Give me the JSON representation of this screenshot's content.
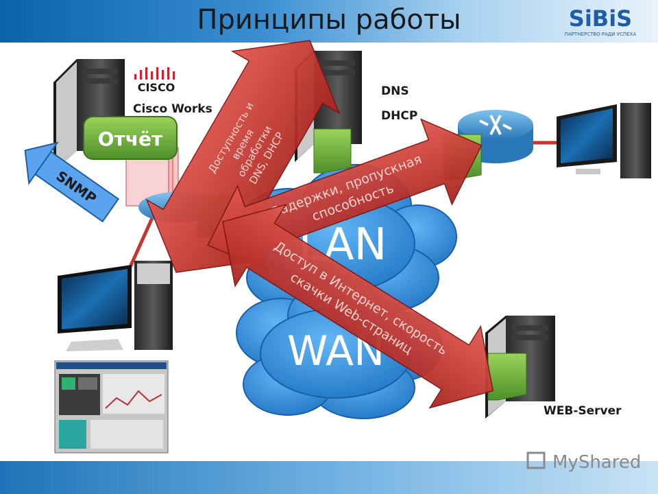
{
  "slide": {
    "title": "Принципы работы",
    "brand": {
      "name": "SiBiS",
      "tagline": "ПАРТНЕРСТВО РАДИ УСПЕХА"
    },
    "watermark": "MyShared"
  },
  "labels": {
    "cisco_logo": "CISCO",
    "cisco_works": "Cisco Works",
    "dns": "DNS",
    "dhcp": "DHCP",
    "web_server": "WEB-Server",
    "lan": "LAN",
    "wan": "WAN",
    "report_button": "Отчёт",
    "snmp": "SNMP"
  },
  "arrows": {
    "dns_dhcp": [
      "Доступность и",
      "время",
      "обработки",
      "DNS, DHCP"
    ],
    "latency": [
      "Задержки, пропускная",
      "способность"
    ],
    "internet": [
      "Доступ в Интернет, скорость",
      "скачки Web-страниц"
    ]
  },
  "colors": {
    "title_band": "#1f6fb6",
    "arrow_red": "#c8342e",
    "cloud_blue": "#2e8ee0",
    "green_doc": "#7cb342",
    "report_green": "#6bb33f",
    "snmp_blue": "#4a90e2"
  }
}
